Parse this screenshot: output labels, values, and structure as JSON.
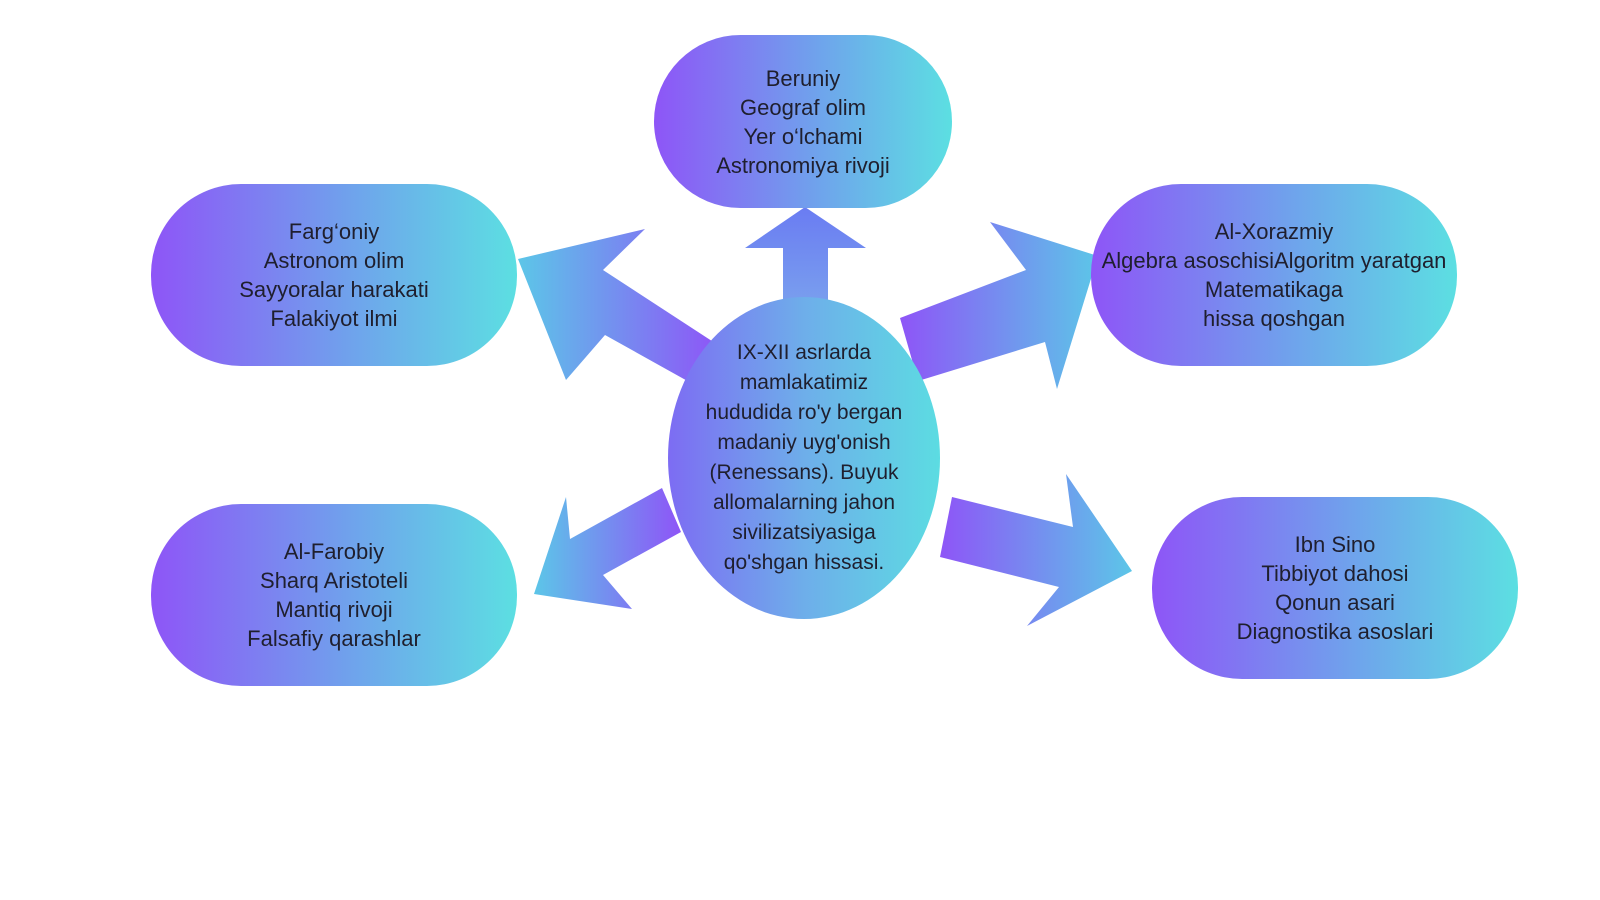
{
  "center": {
    "text": "IX-XII asrlarda mamlakatimiz hududida ro'y bergan madaniy uyg'onish (Renessans). Buyuk allomalarning jahon sivilizatsiyasiga qo'shgan hissasi."
  },
  "nodes": {
    "top": {
      "lines": [
        "Beruniy",
        "Geograf olim",
        "Yer o‘lchami",
        "Astronomiya rivoji"
      ]
    },
    "top_left": {
      "lines": [
        "Farg‘oniy",
        "Astronom olim",
        "Sayyoralar harakati",
        "Falakiyot ilmi"
      ]
    },
    "top_right": {
      "lines": [
        "Al-Xorazmiy",
        "Algebra asoschisiAlgoritm yaratgan",
        "Matematikaga",
        "hissa qoshgan"
      ]
    },
    "bottom_left": {
      "lines": [
        "Al-Farobiy",
        "Sharq Aristoteli",
        "Mantiq rivoji",
        "Falsafiy qarashlar"
      ]
    },
    "bottom_right": {
      "lines": [
        "Ibn Sino",
        "Tibbiyot dahosi",
        "Qonun asari",
        "Diagnostika asoslari"
      ]
    }
  },
  "colors": {
    "gradient_start": "#8e55f7",
    "gradient_mid": "#6fa3ec",
    "gradient_end": "#5cdfe2",
    "text": "#1f1f2e",
    "background": "#ffffff"
  }
}
